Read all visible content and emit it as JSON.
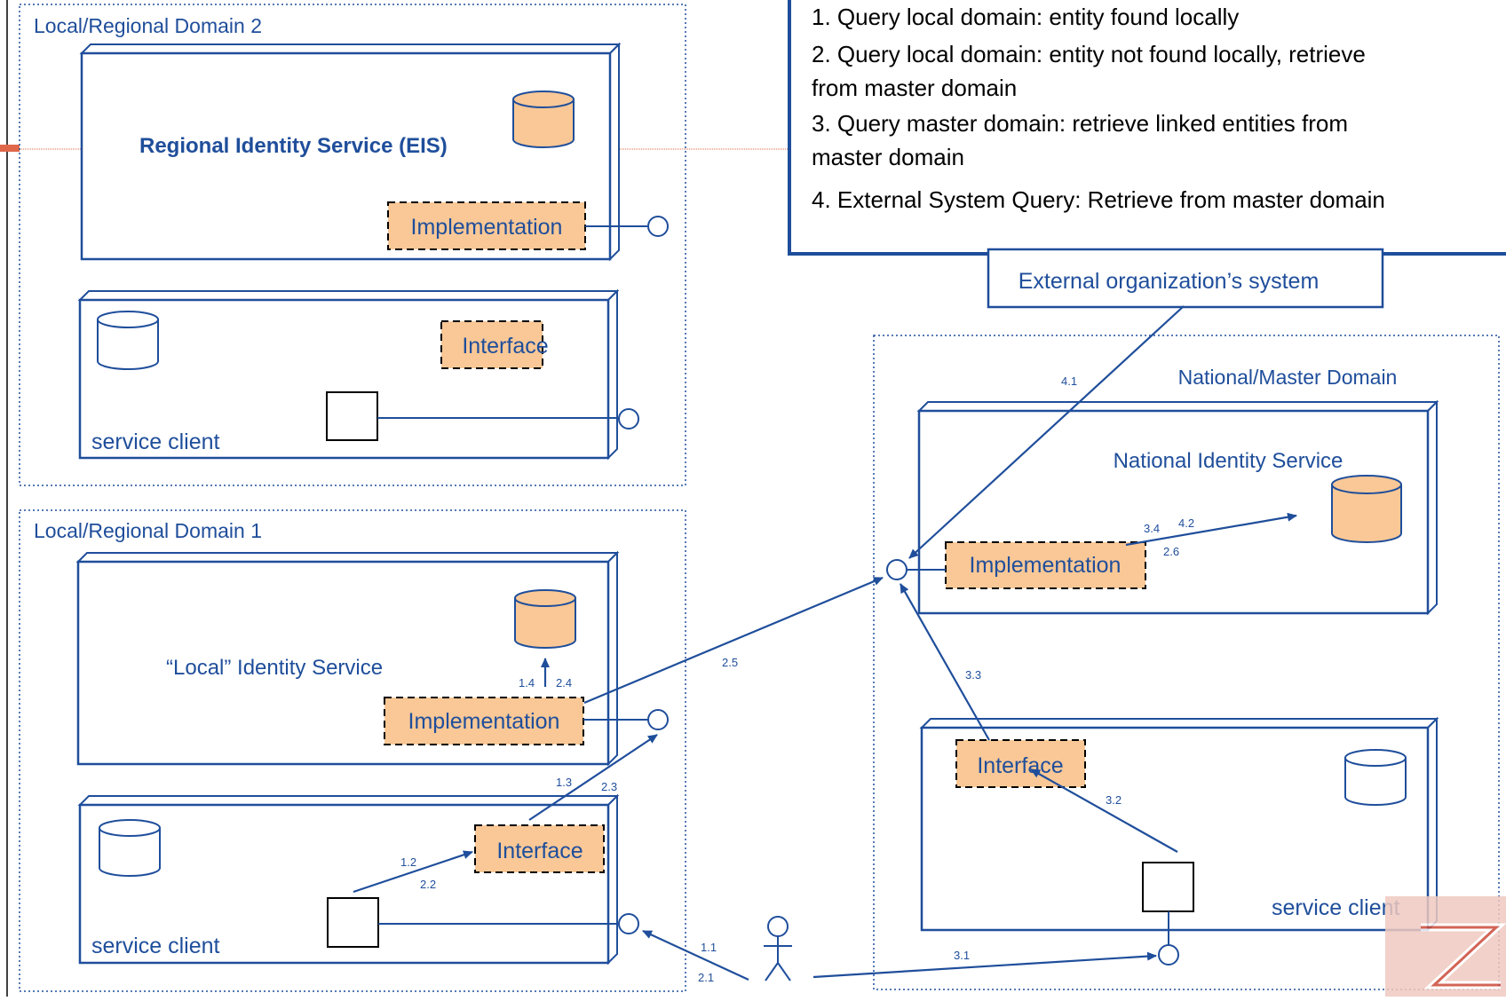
{
  "domains": {
    "d2": {
      "title": "Local/Regional Domain 2"
    },
    "d1": {
      "title": "Local/Regional Domain 1"
    },
    "national": {
      "title": "National/Master Domain"
    }
  },
  "services": {
    "eis": "Regional Identity Service (EIS)",
    "local": "“Local” Identity Service",
    "national": "National Identity Service"
  },
  "boxes": {
    "implementation": "Implementation",
    "interface": "Interface",
    "service_client": "service client",
    "external": "External organization’s system"
  },
  "legend": [
    "1. Query local domain: entity found locally",
    "2. Query local domain: entity not found locally, retrieve",
    "from master domain",
    "3. Query master domain: retrieve linked entities from",
    "master domain",
    "4. External System Query: Retrieve from master domain"
  ],
  "step_labels": {
    "s1_1": "1.1",
    "s2_1": "2.1",
    "s1_2": "1.2",
    "s2_2": "2.2",
    "s1_3": "1.3",
    "s2_3": "2.3",
    "s1_4": "1.4",
    "s2_4": "2.4",
    "s2_5": "2.5",
    "s2_6": "2.6",
    "s3_1": "3.1",
    "s3_2": "3.2",
    "s3_3": "3.3",
    "s3_4": "3.4",
    "s4_1": "4.1",
    "s4_2": "4.2"
  },
  "colors": {
    "blue": "#1f4e9b",
    "orange_fill": "#f9c896",
    "divider": "#e0684a"
  }
}
